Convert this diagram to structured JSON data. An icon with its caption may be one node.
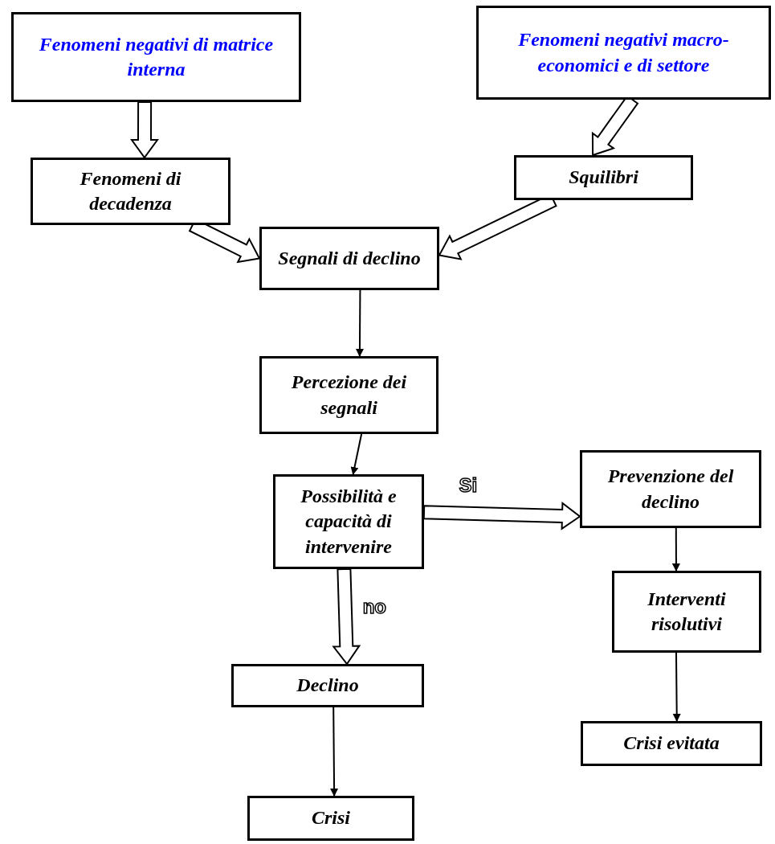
{
  "diagram": {
    "nodes": [
      {
        "text": [
          "Fenomeni negativi di matrice interna"
        ]
      },
      {
        "text": [
          "Fenomeni negativi macro-economici e di settore"
        ]
      },
      {
        "text": [
          "Fenomeni di decadenza"
        ]
      },
      {
        "text": [
          "Squilibri"
        ]
      },
      {
        "text": [
          "Segnali di declino"
        ]
      },
      {
        "text": [
          "Percezione dei segnali"
        ]
      },
      {
        "text": [
          "Possibilità e capacità di intervenire"
        ]
      },
      {
        "text": [
          "Prevenzione del declino"
        ]
      },
      {
        "text": [
          "Interventi risolutivi"
        ]
      },
      {
        "text": [
          "Crisi evitata"
        ]
      },
      {
        "text": [
          "Declino"
        ]
      },
      {
        "text": [
          "Crisi"
        ]
      }
    ],
    "edges": [
      {
        "from": 0,
        "to": 2,
        "arrow": "to",
        "style": "thick"
      },
      {
        "from": 1,
        "to": 3,
        "arrow": "to",
        "style": "thick"
      },
      {
        "from": 2,
        "to": 4,
        "arrow": "to",
        "style": "thick"
      },
      {
        "from": 3,
        "to": 4,
        "arrow": "to",
        "style": "thick"
      },
      {
        "from": 4,
        "to": 5,
        "arrow": "to"
      },
      {
        "from": 5,
        "to": 6,
        "arrow": "to"
      },
      {
        "from": 6,
        "to": 7,
        "arrow": "to",
        "style": "thick",
        "label": "Si"
      },
      {
        "from": 6,
        "to": 10,
        "arrow": "to",
        "style": "thick",
        "label": "no"
      },
      {
        "from": 7,
        "to": 8,
        "arrow": "to"
      },
      {
        "from": 8,
        "to": 9,
        "arrow": "to"
      },
      {
        "from": 10,
        "to": 11,
        "arrow": "to"
      }
    ]
  }
}
